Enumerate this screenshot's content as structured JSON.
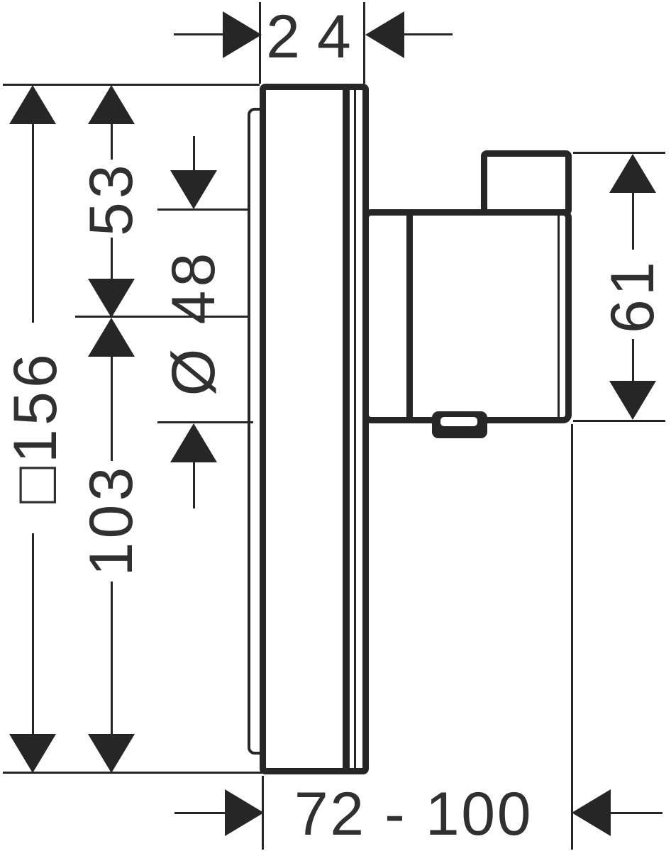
{
  "drawing": {
    "kind": "technical-dimension-drawing",
    "view": "side-view-concealed-valve",
    "colors": {
      "line": "#262626",
      "text": "#303030",
      "background": "#ffffff"
    },
    "dims": {
      "plate_depth": "24",
      "plate_square": "□156",
      "top_offset": "53",
      "bottom_offset": "103",
      "handle_diameter": "Ø 48",
      "handle_height": "61",
      "install_depth_range": "72 - 100"
    }
  }
}
